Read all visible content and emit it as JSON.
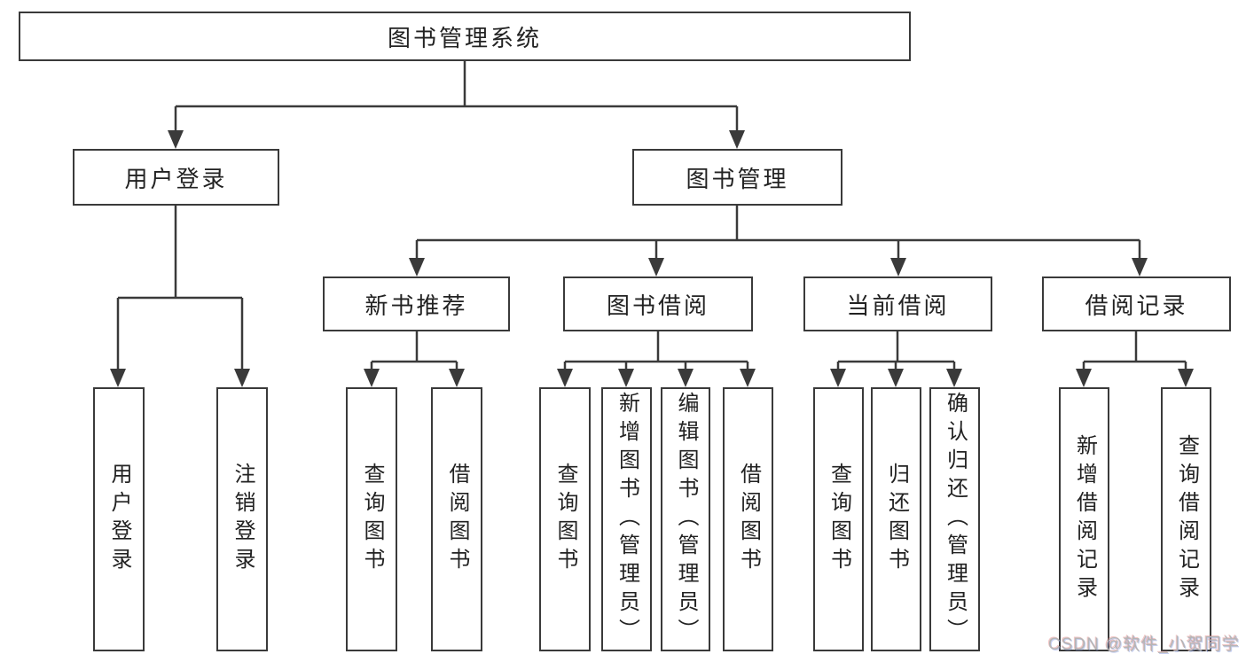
{
  "colors": {
    "line": "#3a3a3a",
    "box_bg": "#ffffff",
    "text": "#222222",
    "watermark": "#b5b5b5"
  },
  "tree": {
    "root": {
      "label": "图书管理系统"
    },
    "level2": [
      {
        "label": "用户登录"
      },
      {
        "label": "图书管理"
      }
    ],
    "level3": [
      {
        "label": "新书推荐"
      },
      {
        "label": "图书借阅"
      },
      {
        "label": "当前借阅"
      },
      {
        "label": "借阅记录"
      }
    ],
    "leaves": {
      "login": [
        "用户登录",
        "注销登录"
      ],
      "recommend": [
        "查询图书",
        "借阅图书"
      ],
      "borrow": [
        "查询图书",
        "新增图书（管理员）",
        "编辑图书（管理员）",
        "借阅图书"
      ],
      "current": [
        "查询图书",
        "归还图书",
        "确认归还（管理员）"
      ],
      "records": [
        "新增借阅记录",
        "查询借阅记录"
      ]
    }
  },
  "watermark": {
    "text": "CSDN @软件_小贺同学"
  }
}
